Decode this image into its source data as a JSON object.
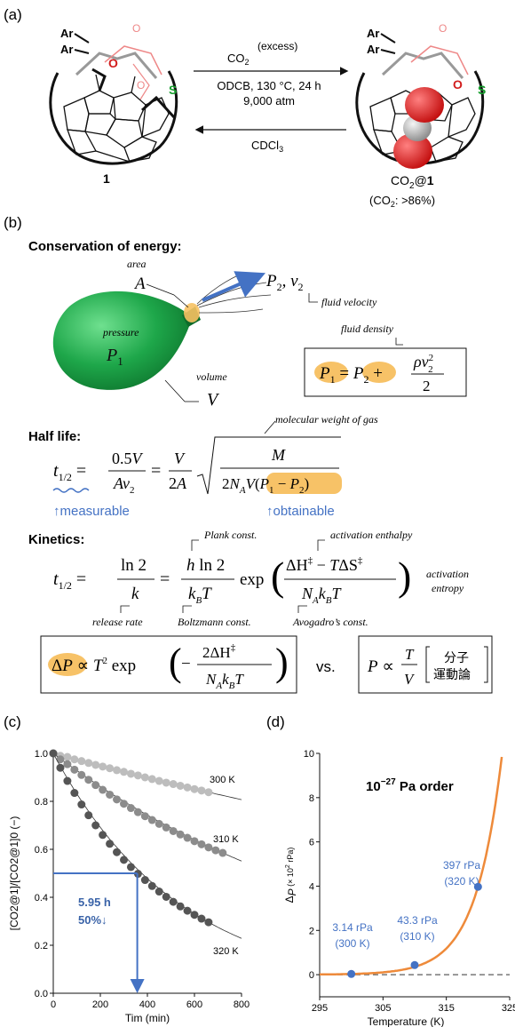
{
  "panel_a": {
    "label": "(a)",
    "ar_label": "Ar",
    "o_label": "O",
    "s_label": "S",
    "compound_left": "1",
    "reagent_main": "CO",
    "reagent_sub": "2",
    "reagent_note": "(excess)",
    "condition1": "ODCB, 130 °C, 24 h",
    "condition2": "9,000 atm",
    "reverse_reagent": "CDCl",
    "reverse_sub": "3",
    "product_pre": "CO",
    "product_sub": "2",
    "product_post": "@",
    "product_bold": "1",
    "product_ratio_pre": "(CO",
    "product_ratio_sub": "2",
    "product_ratio_post": ": >86%)"
  },
  "panel_b": {
    "label": "(b)",
    "conservation_title": "Conservation of energy:",
    "area_label": "area",
    "A": "A",
    "pressure_label": "pressure",
    "P1": "P",
    "P1_sub": "1",
    "volume_label": "volume",
    "V": "V",
    "P2": "P",
    "P2_sub": "2",
    "v2": "v",
    "v2_sub": "2",
    "fluid_velocity": "fluid velocity",
    "fluid_density": "fluid density",
    "halflife_title": "Half life:",
    "molecular_weight": "molecular weight of gas",
    "measurable": "↑measurable",
    "obtainable": "↑obtainable",
    "kinetics_title": "Kinetics:",
    "plank": "Plank const.",
    "activation_enthalpy": "activation enthalpy",
    "activation_entropy_1": "activation",
    "activation_entropy_2": "entropy",
    "release_rate": "release rate",
    "boltzmann": "Boltzmann const.",
    "avogadro": "Avogadro’s const.",
    "vs": "vs.",
    "molecular_kinetics_1": "分子",
    "molecular_kinetics_2": "運動論"
  },
  "panel_c": {
    "label": "(c)",
    "annotation_value": "5.95 h",
    "annotation_pct": "50%↓",
    "series_labels": [
      "300 K",
      "310 K",
      "320 K"
    ]
  },
  "panel_d": {
    "label": "(d)",
    "order_text": "10",
    "order_exp": "−27",
    "order_unit": " Pa order",
    "ann_397": "397 rPa",
    "ann_320": "(320 K)",
    "ann_433": "43.3 rPa",
    "ann_310": "(310 K)",
    "ann_314": "3.14 rPa",
    "ann_300": "(300 K)"
  },
  "chart_data": [
    {
      "type": "scatter",
      "xlabel": "Tim (min)",
      "ylabel": "[CO2@1]/[CO2@1]0 (−)",
      "xlim": [
        0,
        800
      ],
      "ylim": [
        0.0,
        1.0
      ],
      "xticks": [
        "0",
        "200",
        "400",
        "600",
        "800"
      ],
      "yticks": [
        "0.0",
        "0.2",
        "0.4",
        "0.6",
        "0.8",
        "1.0"
      ],
      "series": [
        {
          "name": "300 K",
          "color": "#bdbdbd",
          "x": [
            0,
            30,
            60,
            90,
            120,
            150,
            180,
            210,
            240,
            270,
            300,
            330,
            360,
            390,
            420,
            450,
            480,
            510,
            540,
            570,
            600,
            630,
            660
          ],
          "y": [
            1.0,
            0.99,
            0.985,
            0.975,
            0.968,
            0.96,
            0.952,
            0.945,
            0.938,
            0.93,
            0.923,
            0.915,
            0.908,
            0.9,
            0.893,
            0.885,
            0.878,
            0.872,
            0.865,
            0.858,
            0.851,
            0.845,
            0.838
          ]
        },
        {
          "name": "310 K",
          "color": "#8c8c8c",
          "x": [
            0,
            30,
            60,
            90,
            120,
            150,
            180,
            210,
            240,
            270,
            300,
            330,
            360,
            390,
            420,
            450,
            480,
            510,
            540,
            570,
            600,
            630,
            660,
            690,
            720
          ],
          "y": [
            1.0,
            0.975,
            0.955,
            0.932,
            0.91,
            0.89,
            0.868,
            0.848,
            0.828,
            0.808,
            0.79,
            0.772,
            0.755,
            0.738,
            0.722,
            0.706,
            0.691,
            0.676,
            0.662,
            0.648,
            0.634,
            0.621,
            0.608,
            0.596,
            0.585
          ]
        },
        {
          "name": "320 K",
          "color": "#555555",
          "x": [
            0,
            30,
            60,
            90,
            120,
            150,
            180,
            210,
            240,
            270,
            300,
            330,
            360,
            390,
            420,
            450,
            480,
            510,
            540,
            570,
            600,
            630,
            660
          ],
          "y": [
            1.0,
            0.94,
            0.885,
            0.835,
            0.787,
            0.742,
            0.7,
            0.66,
            0.623,
            0.588,
            0.556,
            0.526,
            0.498,
            0.472,
            0.447,
            0.424,
            0.402,
            0.381,
            0.362,
            0.344,
            0.327,
            0.311,
            0.296
          ]
        }
      ],
      "annotation": {
        "x": 357,
        "y": 0.5
      }
    },
    {
      "type": "line",
      "xlabel": "Temperature (K)",
      "ylabel_main": "Δ",
      "ylabel_sub": "P",
      "ylabel_unit": " (× 10",
      "ylabel_exp": "2",
      "ylabel_end": " rPa)",
      "xlim": [
        295,
        325
      ],
      "ylim": [
        -1,
        10
      ],
      "xticks": [
        "295",
        "305",
        "315",
        "325"
      ],
      "yticks": [
        "0",
        "2",
        "4",
        "6",
        "8",
        "10"
      ],
      "points": [
        {
          "x": 300,
          "y": 0.0314
        },
        {
          "x": 310,
          "y": 0.433
        },
        {
          "x": 320,
          "y": 3.97
        }
      ],
      "color": "#ee8a3a",
      "point_color": "#4472c4"
    }
  ]
}
